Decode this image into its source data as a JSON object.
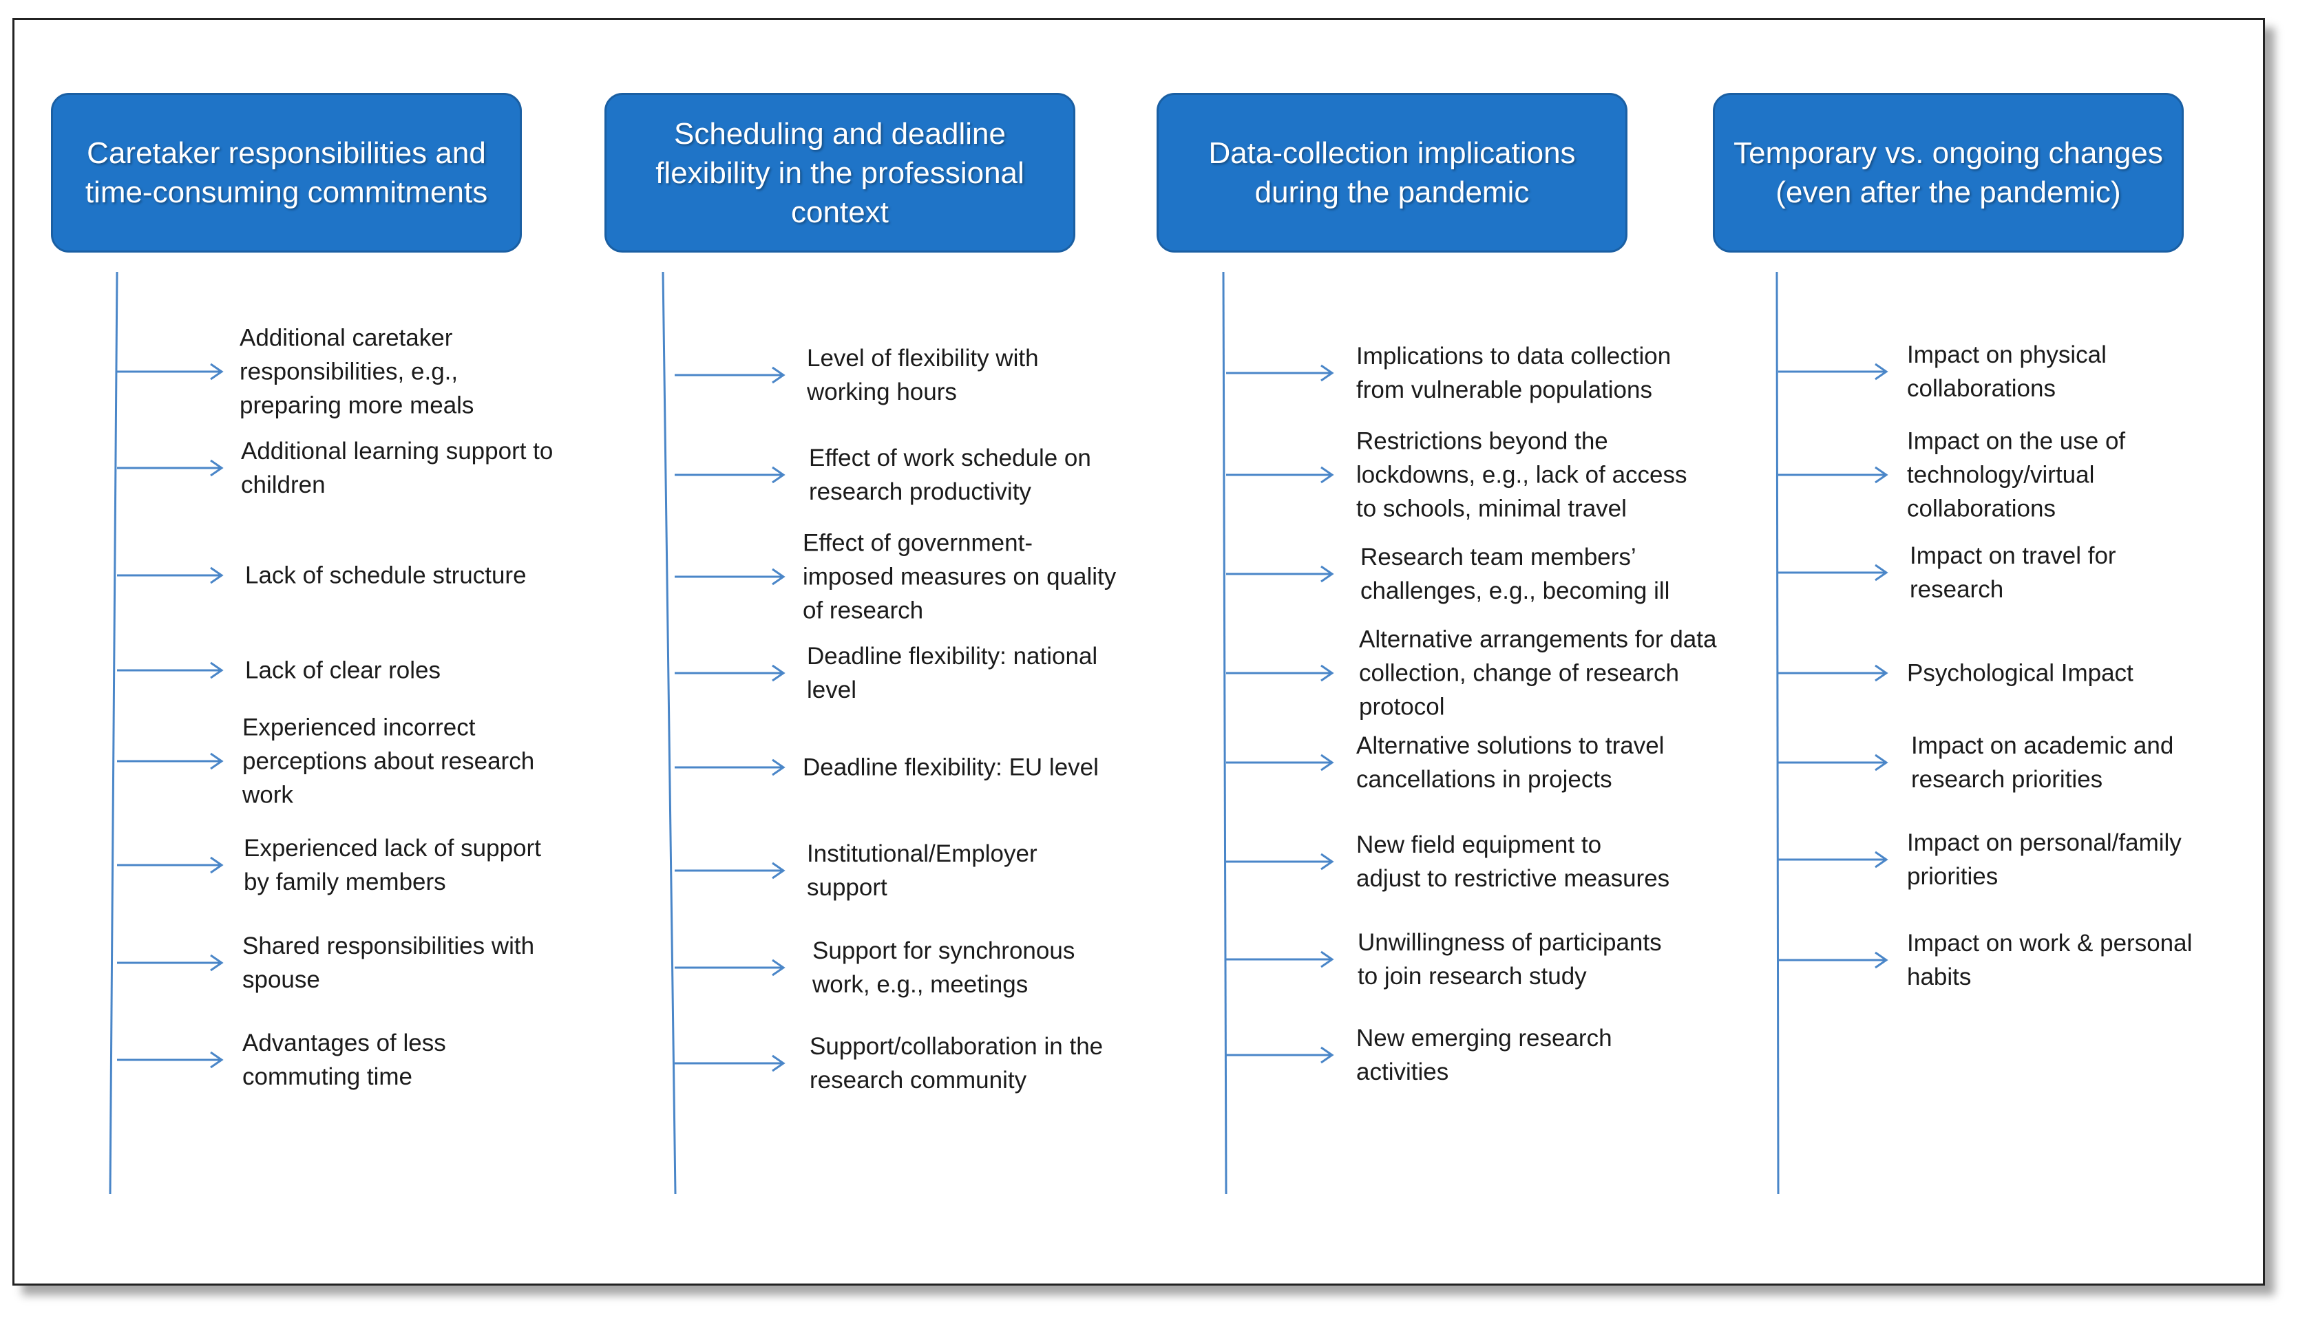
{
  "colors": {
    "header_fill": "#1f74c7",
    "header_border": "#1a5fa3",
    "header_text": "#ffffff",
    "connector": "#4a86c8",
    "item_text": "#1b1b1b"
  },
  "columns": [
    {
      "title_lines": [
        "Caretaker responsibilities and",
        "time-consuming commitments"
      ],
      "items": [
        [
          "Additional caretaker",
          "responsibilities, e.g.,",
          "preparing more meals"
        ],
        [
          "Additional learning support to",
          "children"
        ],
        [
          "Lack of schedule structure"
        ],
        [
          "Lack of clear roles"
        ],
        [
          "Experienced incorrect",
          "perceptions about research",
          "work"
        ],
        [
          "Experienced lack of support",
          "by family members"
        ],
        [
          "Shared responsibilities with",
          "spouse"
        ],
        [
          "Advantages of less",
          "commuting time"
        ]
      ]
    },
    {
      "title_lines": [
        "Scheduling and deadline",
        "flexibility in the professional",
        "context"
      ],
      "items": [
        [
          "Level of flexibility with",
          "working hours"
        ],
        [
          "Effect of work schedule on",
          "research productivity"
        ],
        [
          "Effect of government-",
          "imposed measures on quality",
          "of research"
        ],
        [
          "Deadline flexibility: national",
          "level"
        ],
        [
          "Deadline flexibility: EU level"
        ],
        [
          "Institutional/Employer",
          "support"
        ],
        [
          "Support for synchronous",
          "work, e.g., meetings"
        ],
        [
          "Support/collaboration in the",
          "research community"
        ]
      ]
    },
    {
      "title_lines": [
        "Data-collection implications",
        "during the pandemic"
      ],
      "items": [
        [
          "Implications to data collection",
          "from vulnerable populations"
        ],
        [
          "Restrictions beyond the",
          "lockdowns, e.g., lack of access",
          "to schools, minimal travel"
        ],
        [
          "Research team members’",
          "challenges, e.g., becoming ill"
        ],
        [
          "Alternative arrangements for data",
          "collection, change of research",
          "protocol"
        ],
        [
          "Alternative solutions to travel",
          "cancellations in projects"
        ],
        [
          "New field equipment to",
          "adjust to restrictive measures"
        ],
        [
          "Unwillingness of participants",
          "to join research study"
        ],
        [
          "New emerging research",
          "activities"
        ]
      ]
    },
    {
      "title_lines": [
        "Temporary vs. ongoing changes",
        "(even after the pandemic)"
      ],
      "items": [
        [
          "Impact on physical",
          "collaborations"
        ],
        [
          "Impact on the use of",
          "technology/virtual",
          "collaborations"
        ],
        [
          "Impact on travel for",
          "research"
        ],
        [
          "Psychological Impact"
        ],
        [
          "Impact on academic and",
          "research priorities"
        ],
        [
          "Impact on personal/family",
          "priorities"
        ],
        [
          "Impact on work & personal",
          "habits"
        ]
      ]
    }
  ]
}
